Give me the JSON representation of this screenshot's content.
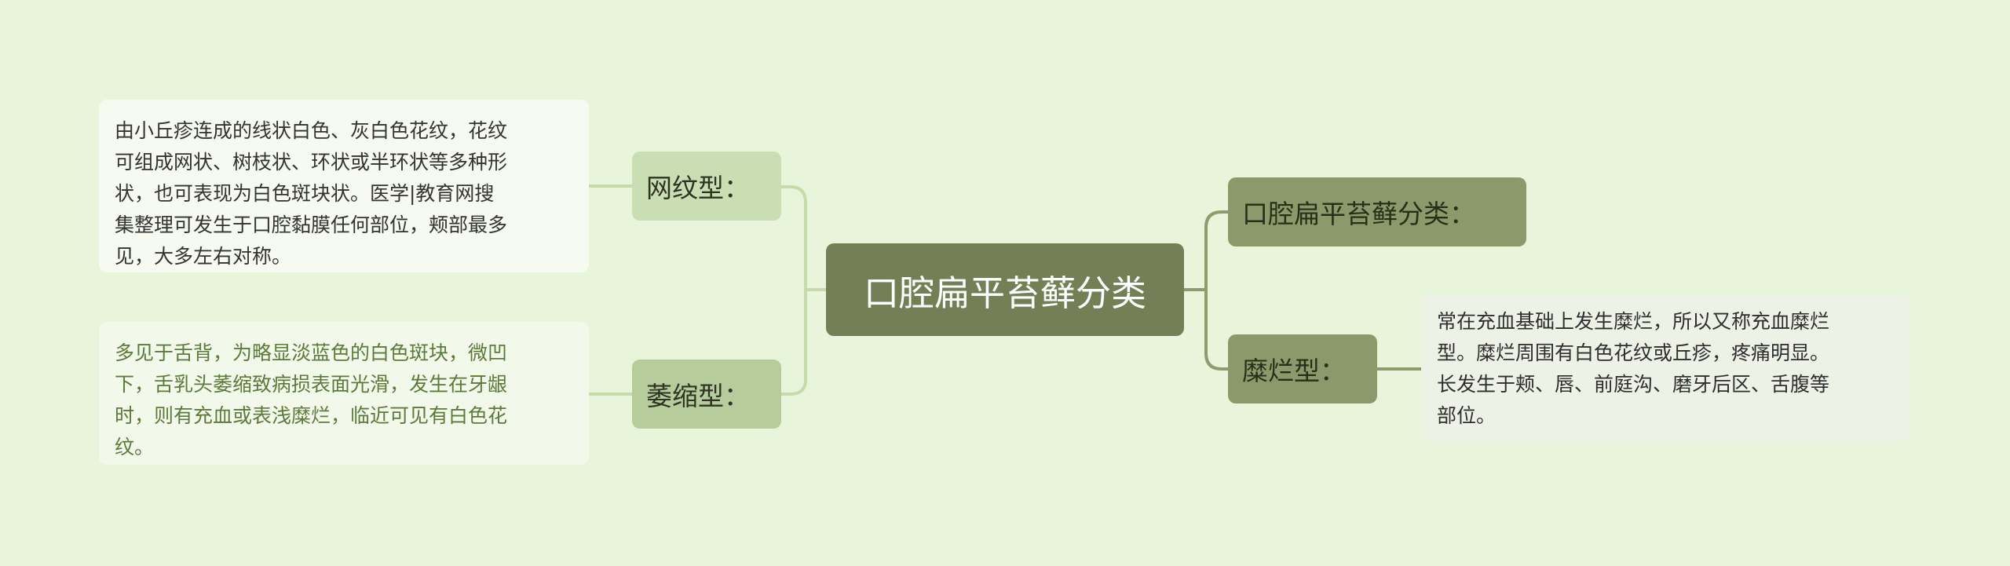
{
  "root": {
    "label": "口腔扁平苔藓分类"
  },
  "left_branches": [
    {
      "label": "网纹型：",
      "detail": "由小丘疹连成的线状白色、灰白色花纹，花纹\n可组成网状、树枝状、环状或半环状等多种形\n状，也可表现为白色斑块状。医学|教育网搜\n集整理可发生于口腔黏膜任何部位，颊部最多\n见，大多左右对称。"
    },
    {
      "label": "萎缩型：",
      "detail": "多见于舌背，为略显淡蓝色的白色斑块，微凹\n下，舌乳头萎缩致病损表面光滑，发生在牙龈\n时，则有充血或表浅糜烂，临近可见有白色花\n纹。"
    }
  ],
  "right_branches": [
    {
      "label": "口腔扁平苔藓分类："
    },
    {
      "label": "糜烂型：",
      "detail": "常在充血基础上发生糜烂，所以又称充血糜烂\n型。糜烂周围有白色花纹或丘疹，疼痛明显。\n长发生于颊、唇、前庭沟、磨牙后区、舌腹等\n部位。"
    }
  ],
  "colors": {
    "background": "#e8f5da",
    "root_fill": "#747f55",
    "left_branch_fill": "#c9dfb3",
    "left_branch_2_fill": "#b6cc9b",
    "right_branch_fill": "#8b9a6a",
    "left_link": "#c5dcaa",
    "right_link": "#8c9c6c"
  }
}
